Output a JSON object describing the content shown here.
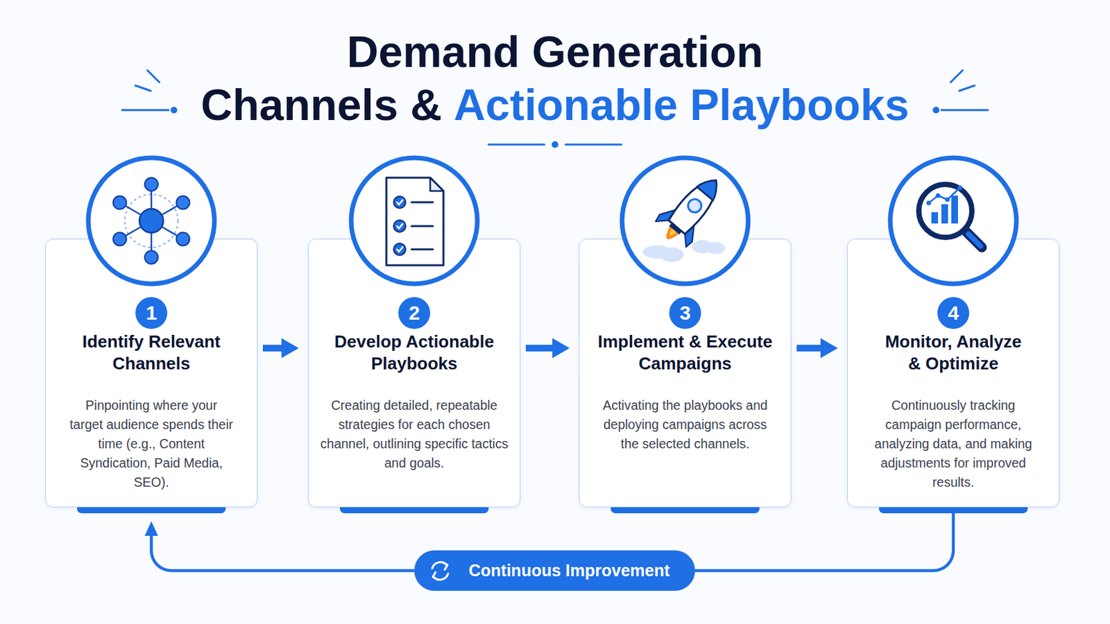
{
  "diagram": {
    "title": "Demand Generation",
    "nodes": [
      {
        "text": [
          "Identify Relevant Channels",
          "Pinpointing where your target audience spends their time (e.g., Content Syndication, Paid Media, SEO)."
        ]
      },
      {
        "text": [
          "1"
        ],
        "in": 0
      },
      {
        "text": [
          "Develop Actionable Playbooks",
          "Creating detailed, repeatable strategies for each chosen channel, outlining specific tactics and goals."
        ]
      },
      {
        "text": [
          "2"
        ],
        "in": 2
      },
      {
        "text": [
          "Implement & Execute Campaigns",
          "Activating the playbooks and deploying campaigns across the selected channels."
        ]
      },
      {
        "text": [
          "3"
        ],
        "in": 4
      },
      {
        "text": [
          "Monitor, Analyze & Optimize",
          "Continuously tracking campaign performance, analyzing data, and making adjustments for improved results."
        ]
      },
      {
        "text": [
          "4"
        ],
        "in": 6
      },
      {
        "text": [
          "Continuous Improvement"
        ]
      }
    ],
    "edges": [
      {
        "from": 0,
        "to": 2,
        "arrow": "to"
      },
      {
        "from": 2,
        "to": 4,
        "arrow": "to"
      },
      {
        "from": 4,
        "to": 6,
        "arrow": "to"
      },
      {
        "from": 6,
        "to": 8,
        "arrow": "none"
      },
      {
        "from": 8,
        "to": 0,
        "arrow": "to"
      }
    ],
    "labels": [
      "Channels &",
      "Actionable Playbooks"
    ]
  }
}
